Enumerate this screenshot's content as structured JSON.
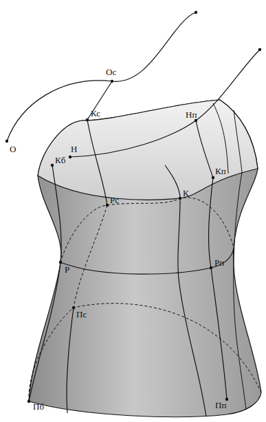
{
  "diagram": {
    "labels": [
      "Ос",
      "Кс",
      "Нп",
      "Н",
      "О",
      "Кб",
      "Кп",
      "Рс",
      "К",
      "Р",
      "Рп",
      "Пс",
      "Пп",
      "Пб"
    ]
  }
}
